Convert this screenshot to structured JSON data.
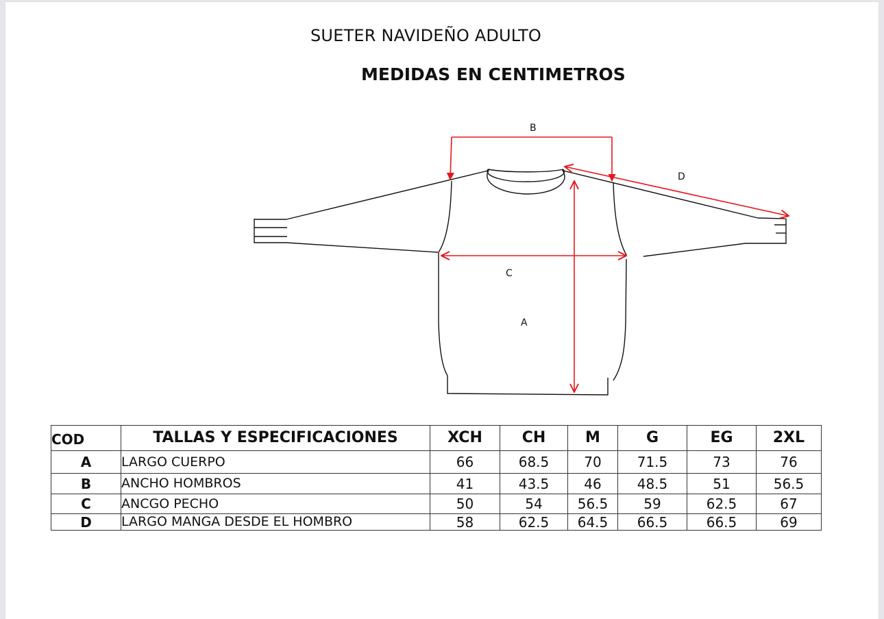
{
  "document": {
    "title": "SUETER NAVIDEÑO ADULTO",
    "subtitle": "MEDIDAS EN CENTIMETROS"
  },
  "diagram": {
    "labels": {
      "A": "A",
      "B": "B",
      "C": "C",
      "D": "D"
    },
    "colors": {
      "outline": "#111111",
      "measure": "#e8161b"
    }
  },
  "table": {
    "headers": {
      "cod": "COD",
      "spec": "TALLAS Y ESPECIFICACIONES",
      "sizes": [
        "XCH",
        "CH",
        "M",
        "G",
        "EG",
        "2XL"
      ]
    },
    "rows": [
      {
        "cod": "A",
        "desc": "LARGO CUERPO",
        "values": [
          "66",
          "68.5",
          "70",
          "71.5",
          "73",
          "76"
        ]
      },
      {
        "cod": "B",
        "desc": "ANCHO HOMBROS",
        "values": [
          "41",
          "43.5",
          "46",
          "48.5",
          "51",
          "56.5"
        ]
      },
      {
        "cod": "C",
        "desc": "ANCGO PECHO",
        "values": [
          "50",
          "54",
          "56.5",
          "59",
          "62.5",
          "67"
        ]
      },
      {
        "cod": "D",
        "desc": "LARGO MANGA DESDE EL HOMBRO",
        "values": [
          "58",
          "62.5",
          "64.5",
          "66.5",
          "66.5",
          "69"
        ]
      }
    ]
  }
}
